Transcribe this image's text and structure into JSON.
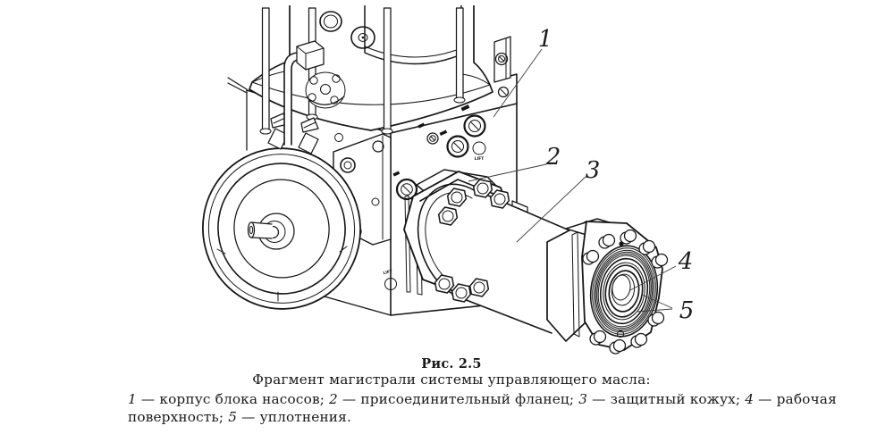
{
  "figure": {
    "number": "Рис. 2.5",
    "title": "Фрагмент магистрали системы управляющего масла:",
    "legend_lines": [
      [
        {
          "t": "1",
          "i": true
        },
        {
          "t": " — корпус блока насосов; "
        },
        {
          "t": "2",
          "i": true
        },
        {
          "t": " — присоединительный фланец; "
        },
        {
          "t": "3",
          "i": true
        },
        {
          "t": " — защитный кожух; "
        },
        {
          "t": "4",
          "i": true
        },
        {
          "t": " — рабочая"
        }
      ],
      [
        {
          "t": "поверхность; "
        },
        {
          "t": "5",
          "i": true
        },
        {
          "t": " — уплотнения."
        }
      ]
    ]
  },
  "callouts": [
    {
      "label": "1"
    },
    {
      "label": "2"
    },
    {
      "label": "3"
    },
    {
      "label": "4"
    },
    {
      "label": "5"
    }
  ],
  "markings": {
    "lift_right": "LIFT",
    "lift_front": "LIFT"
  },
  "colors": {
    "line": "#161616",
    "background": "#ffffff"
  }
}
